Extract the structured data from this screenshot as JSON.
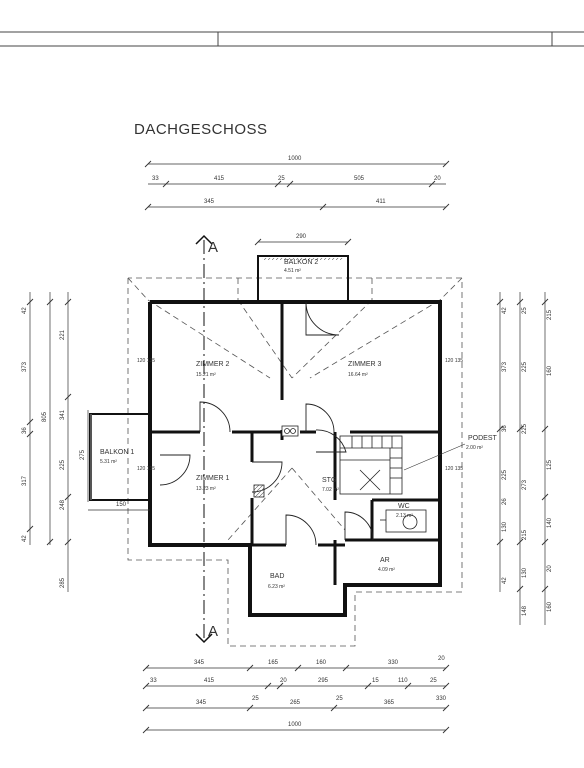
{
  "title": "DACHGESCHOSS",
  "section_marker": "A",
  "rooms": [
    {
      "id": "zimmer2",
      "name": "ZIMMER 2",
      "area": "15.21 m²"
    },
    {
      "id": "zimmer3",
      "name": "ZIMMER 3",
      "area": "16.64 m²"
    },
    {
      "id": "zimmer1",
      "name": "ZIMMER 1",
      "area": "13.23 m²"
    },
    {
      "id": "balkon1",
      "name": "BALKON 1",
      "area": "5.31 m²"
    },
    {
      "id": "balkon2",
      "name": "BALKON 2",
      "area": "4.51 m²"
    },
    {
      "id": "stg",
      "name": "STG",
      "area": "7.02 m²"
    },
    {
      "id": "wc",
      "name": "WC",
      "area": "2.13 m²"
    },
    {
      "id": "bad",
      "name": "BAD",
      "area": "6.23 m²"
    },
    {
      "id": "ar",
      "name": "AR",
      "area": "4.09 m²"
    },
    {
      "id": "podest",
      "name": "PODEST",
      "area": "2.00 m²"
    }
  ],
  "dims": {
    "top_total": "1000",
    "top_row1": [
      "33",
      "415",
      "25",
      "505",
      "20"
    ],
    "top_row2": [
      "345",
      "411"
    ],
    "balkon2_width": "290",
    "bottom_row1": [
      "345",
      "165",
      "160",
      "330",
      "20"
    ],
    "bottom_row2": [
      "33",
      "415",
      "20",
      "295",
      "15",
      "110",
      "25"
    ],
    "bottom_row3": [
      "345",
      "25",
      "265",
      "25",
      "365",
      "330"
    ],
    "bottom_total": "1000",
    "left_outer": [
      "42",
      "373",
      "36",
      "317",
      "42"
    ],
    "left_total": "805",
    "left_inner": [
      "221",
      "341",
      "225",
      "248",
      "285"
    ],
    "left_balkon": "275",
    "left_balkon_width": "150",
    "right_outer": [
      "42",
      "373",
      "36",
      "225",
      "26",
      "130",
      "42"
    ],
    "right_inner": [
      "25",
      "225",
      "225",
      "273",
      "215",
      "130",
      "148"
    ],
    "right_more": [
      "215",
      "160",
      "125",
      "140",
      "20",
      "160"
    ],
    "window_marks": [
      "120 135",
      "120 135",
      "120 135",
      "120 135"
    ]
  }
}
